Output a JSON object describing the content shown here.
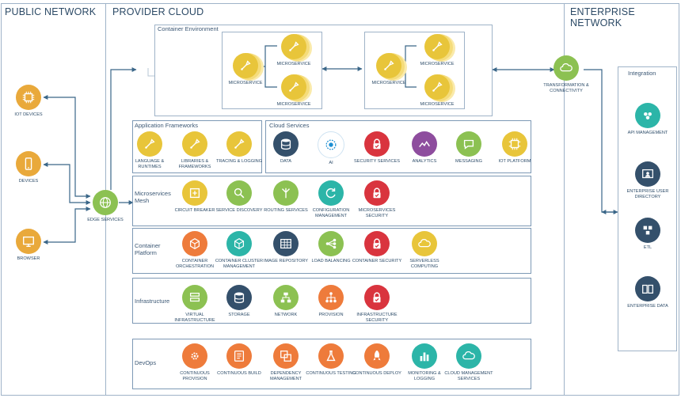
{
  "zones": {
    "public": "PUBLIC NETWORK",
    "provider": "PROVIDER CLOUD",
    "enterprise": "ENTERPRISE NETWORK"
  },
  "container_env": {
    "title": "Container Environment",
    "microservice": "MICROSERVICE"
  },
  "public_devices": [
    {
      "label": "IoT DEVICES",
      "icon": "chip-icon"
    },
    {
      "label": "DEVICES",
      "icon": "phone-icon"
    },
    {
      "label": "BROWSER",
      "icon": "monitor-icon"
    }
  ],
  "edge": {
    "label": "EDGE SERVICES",
    "icon": "globe-icon"
  },
  "transformation": {
    "label": "TRANSFORMATION & CONNECTIVITY",
    "icon": "cloud-icon"
  },
  "integration": {
    "title": "Integration",
    "items": [
      {
        "label": "API MANAGEMENT",
        "icon": "api-icon"
      },
      {
        "label": "ENTERPRISE USER DIRECTORY",
        "icon": "directory-icon"
      },
      {
        "label": "ETL",
        "icon": "database-icon"
      },
      {
        "label": "ENTERPRISE DATA",
        "icon": "book-icon"
      }
    ]
  },
  "app_frameworks": {
    "title": "Application Frameworks",
    "items": [
      "LANGUAGE & RUNTIMES",
      "LIBRARIES & FRAMEWORKS",
      "TRACING & LOGGING"
    ]
  },
  "cloud_services": {
    "title": "Cloud Services",
    "items": [
      "DATA",
      "AI",
      "SECURITY SERVICES",
      "ANALYTICS",
      "MESSAGING",
      "IoT PLATFORM"
    ]
  },
  "mesh": {
    "title": "Microservices Mesh",
    "items": [
      "CIRCUIT BREAKER",
      "SERVICE DISCOVERY",
      "ROUTING SERVICES",
      "CONFIGURATION MANAGEMENT",
      "MICROSERVICES SECURITY"
    ]
  },
  "container_platform": {
    "title": "Container Platform",
    "items": [
      "CONTAINER ORCHESTRATION",
      "CONTAINER CLUSTER MANAGEMENT",
      "IMAGE REPOSITORY",
      "LOAD BALANCING",
      "CONTAINER SECURITY",
      "SERVERLESS COMPUTING"
    ]
  },
  "infrastructure": {
    "title": "Infrastructure",
    "items": [
      "VIRTUAL INFRASTRUCTURE",
      "STORAGE",
      "NETWORK",
      "PROVISION",
      "INFRASTRUCTURE SECURITY"
    ]
  },
  "devops": {
    "title": "DevOps",
    "items": [
      "CONTINUOUS PROVISION",
      "CONTINUOUS BUILD",
      "DEPENDENCY MANAGEMENT",
      "CONTINUOUS TESTING",
      "CONTINUOUS DEPLOY",
      "MONITORING & LOGGING",
      "CLOUD MANAGEMENT SERVICES"
    ]
  },
  "colors": {
    "border": "#7d99b5",
    "yellow": "#e8c53a",
    "green": "#8cc152",
    "teal": "#2cb5a8",
    "navy": "#34506b",
    "red": "#d9343e",
    "purple": "#8e4d9e",
    "orange": "#ee7b3b",
    "gold": "#e9a93b",
    "wire": "#3a6688"
  }
}
